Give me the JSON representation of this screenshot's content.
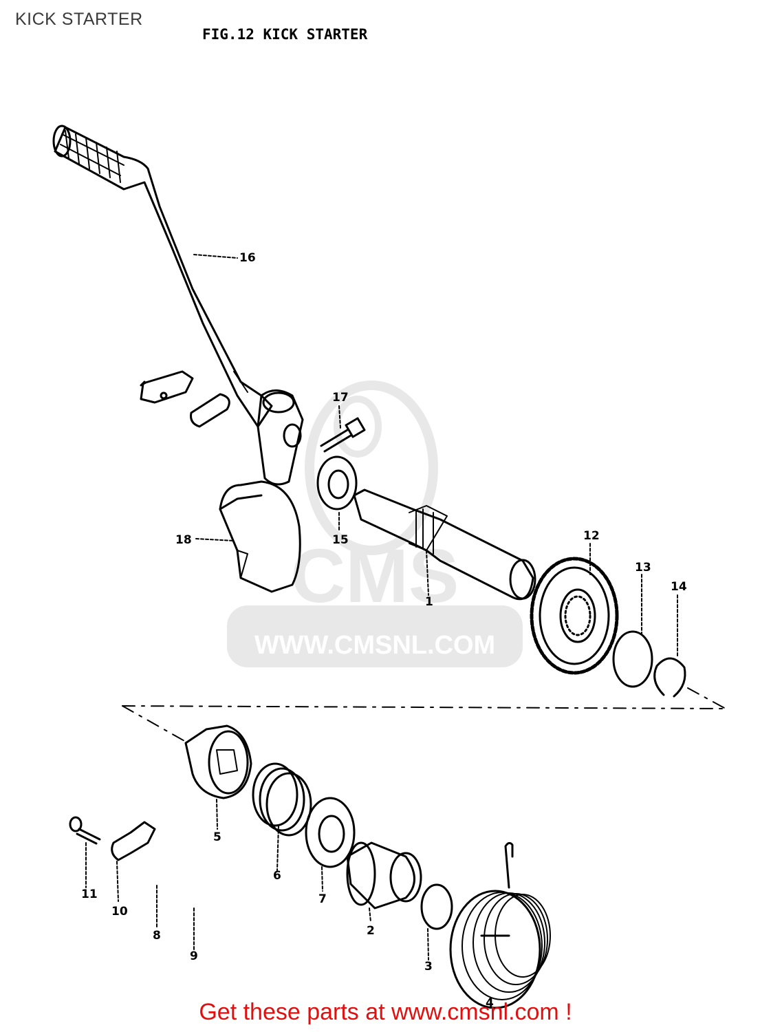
{
  "page": {
    "header": "KICK STARTER"
  },
  "figure": {
    "title": "FIG.12  KICK STARTER"
  },
  "watermark": {
    "brand": "CMS",
    "url": "WWW.CMSNL.COM"
  },
  "footer": {
    "link_text": "Get these parts at www.cmsnl.com !"
  },
  "callouts": {
    "p1": "1",
    "p2": "2",
    "p3": "3",
    "p4": "4",
    "p5": "5",
    "p6": "6",
    "p7": "7",
    "p8": "8",
    "p9": "9",
    "p10": "10",
    "p11": "11",
    "p12": "12",
    "p13": "13",
    "p14": "14",
    "p15": "15",
    "p16": "16",
    "p17": "17",
    "p18": "18"
  },
  "colors": {
    "link": "#e01010",
    "ink": "#000000",
    "watermark": "#e6e6e6"
  }
}
